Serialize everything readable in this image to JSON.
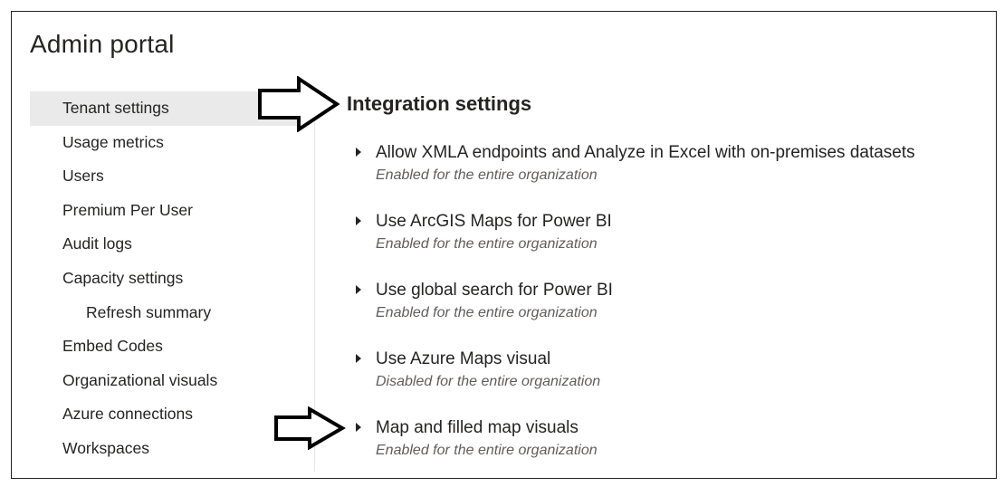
{
  "app": {
    "title": "Admin portal"
  },
  "sidebar": {
    "items": [
      {
        "label": "Tenant settings"
      },
      {
        "label": "Usage metrics"
      },
      {
        "label": "Users"
      },
      {
        "label": "Premium Per User"
      },
      {
        "label": "Audit logs"
      },
      {
        "label": "Capacity settings"
      },
      {
        "label": "Refresh summary"
      },
      {
        "label": "Embed Codes"
      },
      {
        "label": "Organizational visuals"
      },
      {
        "label": "Azure connections"
      },
      {
        "label": "Workspaces"
      }
    ]
  },
  "main": {
    "section_title": "Integration settings",
    "settings": [
      {
        "name": "Allow XMLA endpoints and Analyze in Excel with on-premises datasets",
        "status": "Enabled for the entire organization"
      },
      {
        "name": "Use ArcGIS Maps for Power BI",
        "status": "Enabled for the entire organization"
      },
      {
        "name": "Use global search for Power BI",
        "status": "Enabled for the entire organization"
      },
      {
        "name": "Use Azure Maps visual",
        "status": "Disabled for the entire organization"
      },
      {
        "name": "Map and filled map visuals",
        "status": "Enabled for the entire organization"
      }
    ]
  },
  "annotations": [
    {
      "icon": "right-arrow-icon",
      "points_to": "section-title"
    },
    {
      "icon": "right-arrow-icon",
      "points_to": "setting-map-and-filled-map-visuals"
    }
  ]
}
